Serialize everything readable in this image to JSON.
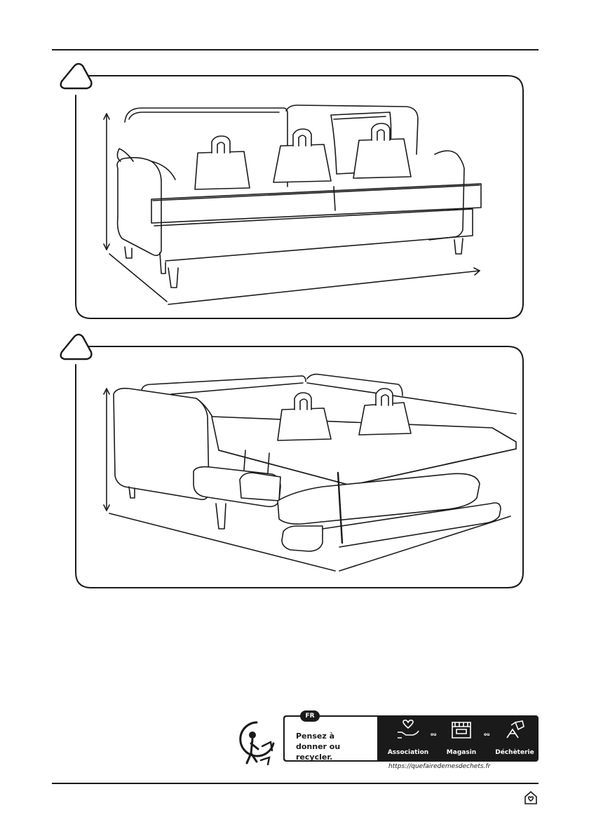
{
  "recycling": {
    "country_badge": "FR",
    "message": "Pensez à\ndonner ou recycler.",
    "options": [
      {
        "label": "Association",
        "icon": "hand-heart-icon"
      },
      {
        "label": "Magasin",
        "icon": "store-icon"
      },
      {
        "label": "Déchèterie",
        "icon": "recycling-center-icon"
      }
    ],
    "separator": "ou",
    "url": "https://quefairedemesdechets.fr"
  },
  "colors": {
    "ink": "#1a1a1a",
    "background": "#ffffff"
  }
}
